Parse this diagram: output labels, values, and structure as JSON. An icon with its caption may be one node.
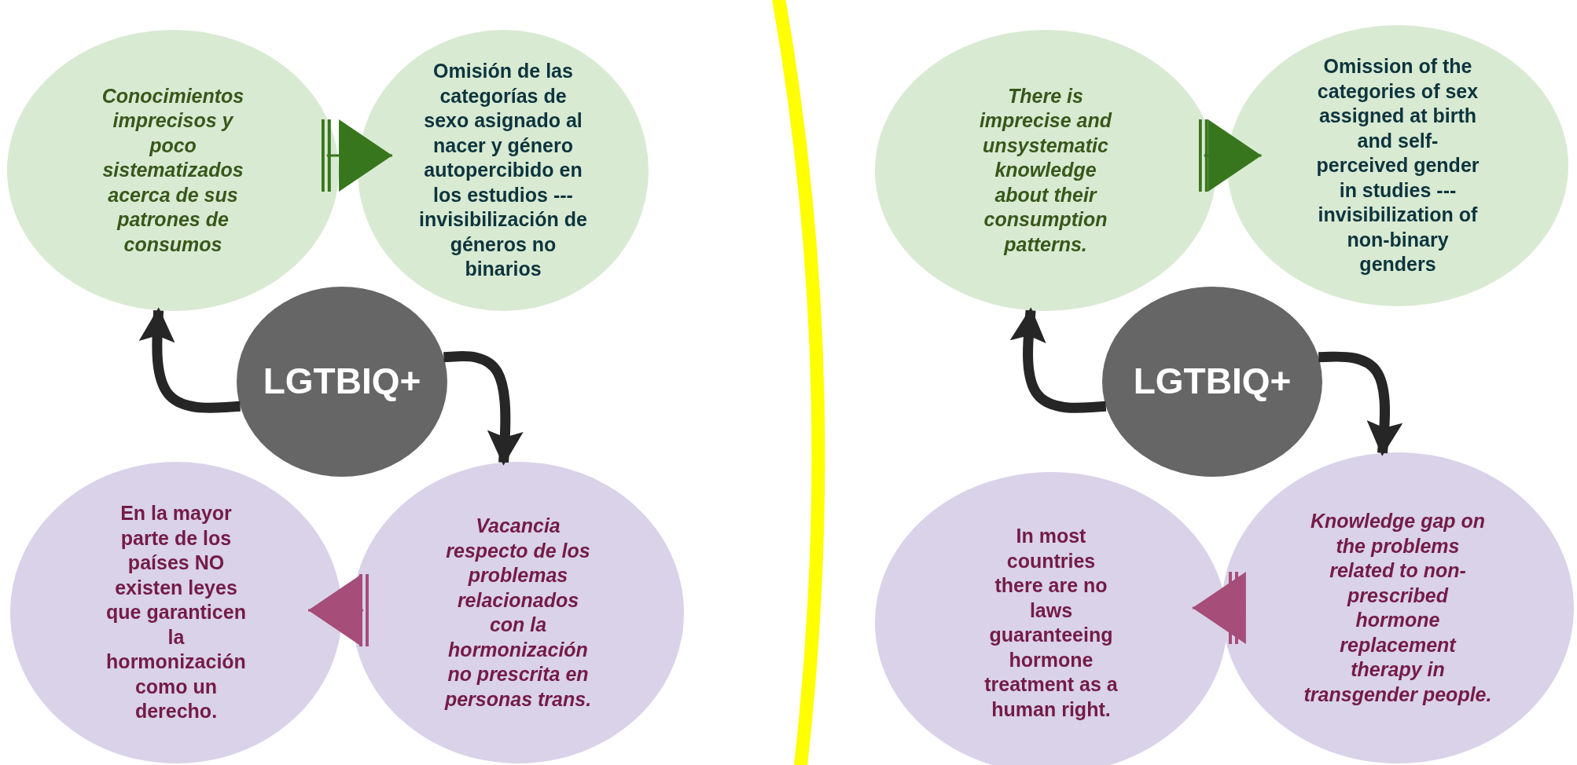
{
  "diagram": {
    "nodes": [
      {
        "text": [
          "**Conocimientos imprecisos** y poco sistematizados acerca de sus patrones de consumos"
        ]
      },
      {
        "text": [
          "Omisión de las categorías de sexo asignado al nacer y género autopercibido en los estudios --- invisibilización de géneros no binarios"
        ]
      },
      {
        "text": [
          "LGTBIQ+"
        ]
      },
      {
        "text": [
          "En la mayor parte de los países **NO** existen **leyes** que garanticen la hormonización como un derecho."
        ]
      },
      {
        "text": [
          "Vacancia respecto de los problemas relacionados con la **hormonización no prescrita en personas trans.**"
        ]
      },
      {
        "text": [
          "There is **imprecise** and unsystematic **knowledge** about their consumption patterns."
        ]
      },
      {
        "text": [
          "Omission of the categories of sex assigned at birth and self-perceived gender in studies --- invisibilization of non-binary genders"
        ]
      },
      {
        "text": [
          "LGTBIQ+"
        ]
      },
      {
        "text": [
          "In most countries there are **no laws** guaranteeing hormone treatment as a human right."
        ]
      },
      {
        "text": [
          "Knowledge gap on the problems related to **non-prescribed hormone** replacement therapy in transgender people."
        ]
      }
    ],
    "edges": [
      {
        "from": 0,
        "to": 1,
        "arrow": "to",
        "color": "#38761d"
      },
      {
        "from": 2,
        "to": 0,
        "arrow": "to",
        "style": "thick",
        "color": "#262626"
      },
      {
        "from": 2,
        "to": 4,
        "arrow": "to",
        "style": "thick",
        "color": "#262626"
      },
      {
        "from": 4,
        "to": 3,
        "arrow": "to",
        "color": "#a64d79"
      },
      {
        "from": 5,
        "to": 6,
        "arrow": "to",
        "color": "#38761d"
      },
      {
        "from": 7,
        "to": 5,
        "arrow": "to",
        "style": "thick",
        "color": "#262626"
      },
      {
        "from": 7,
        "to": 9,
        "arrow": "to",
        "style": "thick",
        "color": "#262626"
      },
      {
        "from": 9,
        "to": 8,
        "arrow": "to",
        "color": "#a64d79"
      }
    ]
  }
}
